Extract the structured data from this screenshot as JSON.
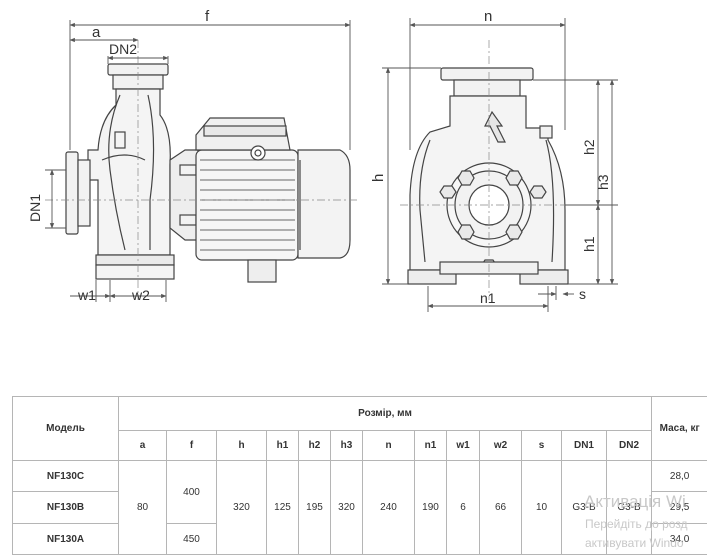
{
  "drawing": {
    "dims": {
      "a": "a",
      "dn2": "DN2",
      "f": "f",
      "dn1": "DN1",
      "w1": "w1",
      "w2": "w2",
      "n": "n",
      "h": "h",
      "h2": "h2",
      "h3": "h3",
      "h1": "h1",
      "n1": "n1",
      "s": "s"
    }
  },
  "table": {
    "model_header": "Модель",
    "size_header": "Розмір, мм",
    "mass_header": "Маса, кг",
    "columns": [
      "a",
      "f",
      "h",
      "h1",
      "h2",
      "h3",
      "n",
      "n1",
      "w1",
      "w2",
      "s",
      "DN1",
      "DN2"
    ],
    "models": [
      "NF130C",
      "NF130B",
      "NF130A"
    ],
    "a": "80",
    "f_bc": "400",
    "f_a": "450",
    "h": "320",
    "h1": "125",
    "h2": "195",
    "h3": "320",
    "n": "240",
    "n1": "190",
    "w1": "6",
    "w2": "66",
    "s": "10",
    "dn1": "G3-B",
    "dn2": "G3-B",
    "mass": [
      "28,0",
      "29,5",
      "34,0"
    ]
  },
  "watermark": {
    "line1": "Активація Wi",
    "line2": "Перейдіть до розд",
    "line3": "активувати Windo"
  }
}
